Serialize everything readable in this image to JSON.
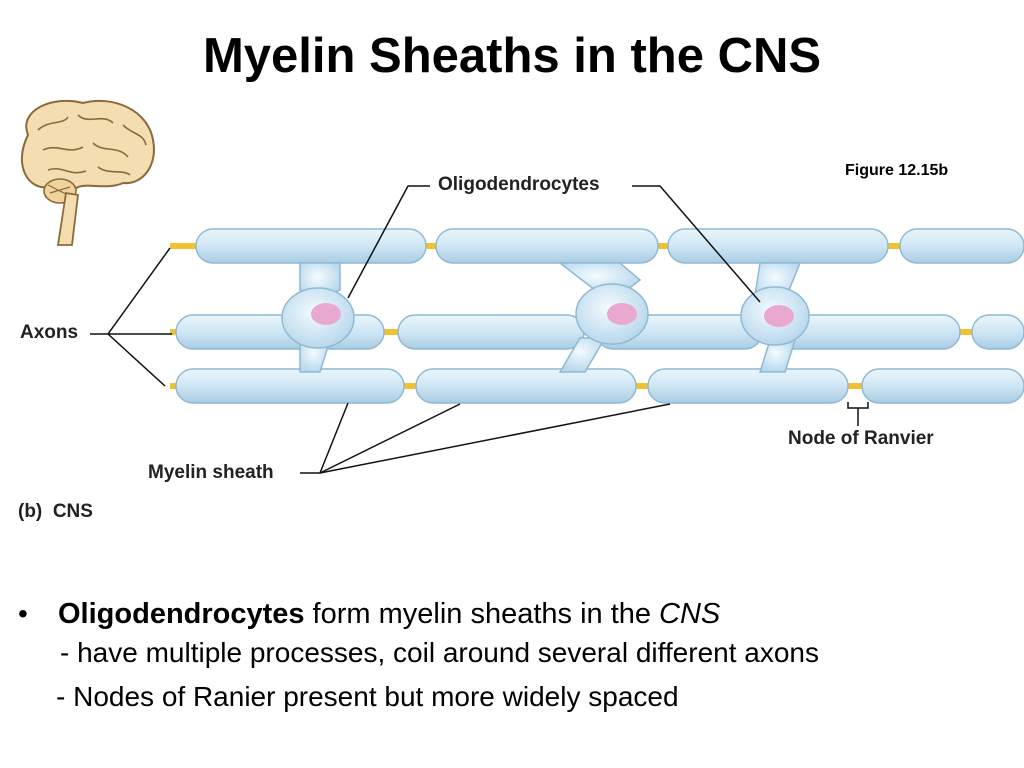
{
  "title": "Myelin Sheaths in the CNS",
  "figure_ref": "Figure 12.15b",
  "labels": {
    "oligodendrocytes": "Oligodendrocytes",
    "axons": "Axons",
    "myelin_sheath": "Myelin sheath",
    "node_of_ranvier": "Node of Ranvier",
    "panel": "(b)  CNS"
  },
  "bullets": {
    "main_bold": "Oligodendrocytes",
    "main_text": "form myelin sheaths in the",
    "main_italic": "CNS",
    "sub1": "- have multiple processes, coil around several different axons",
    "sub2": "- Nodes of Ranier present but more widely spaced"
  },
  "colors": {
    "sheath": "#cfe6f3",
    "sheath_stroke": "#8fb9d4",
    "node": "#f2c12e",
    "nucleus": "#e9a8cf",
    "brain": "#f4ddb0",
    "brain_stroke": "#8a6a3a"
  }
}
